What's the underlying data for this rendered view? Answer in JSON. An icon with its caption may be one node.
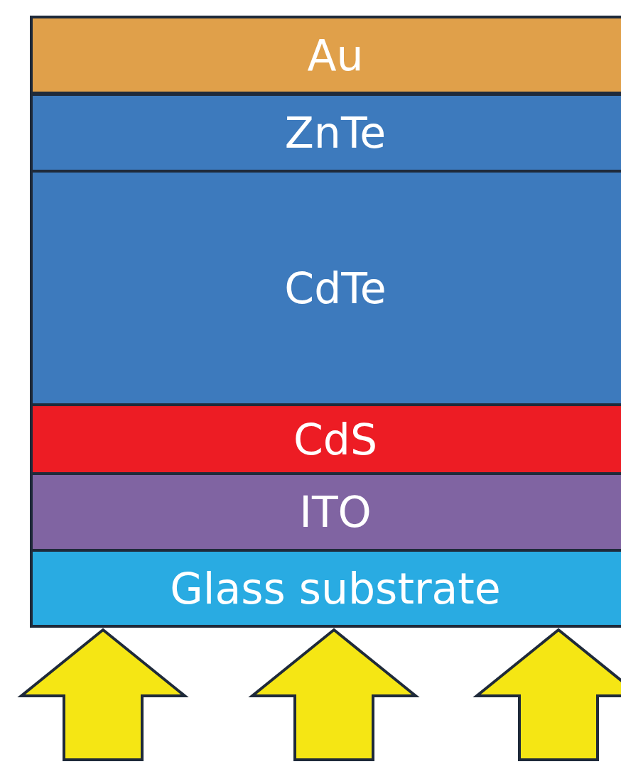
{
  "diagram": {
    "nodes": [
      {
        "text": [
          "Au"
        ]
      },
      {
        "text": [
          "ZnTe"
        ]
      },
      {
        "text": [
          "CdTe"
        ]
      },
      {
        "text": [
          "CdS"
        ]
      },
      {
        "text": [
          "ITO"
        ]
      },
      {
        "text": [
          "Glass substrate"
        ]
      }
    ]
  }
}
